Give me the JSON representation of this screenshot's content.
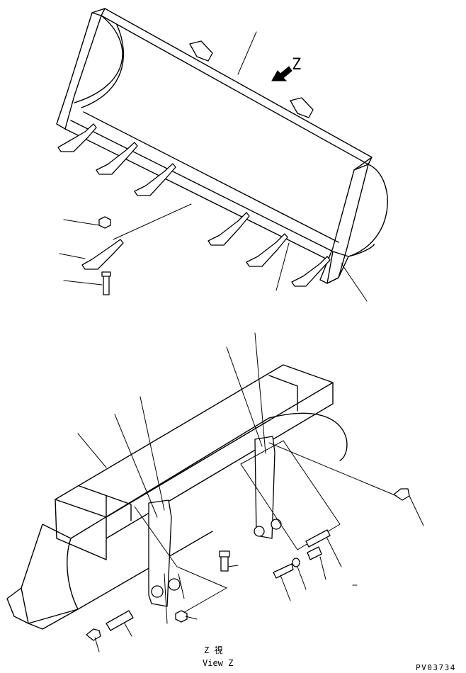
{
  "view_arrow_letter": "Z",
  "caption_jp": "Z 視",
  "caption_en": "View Z",
  "drawing_number": "PV03734"
}
